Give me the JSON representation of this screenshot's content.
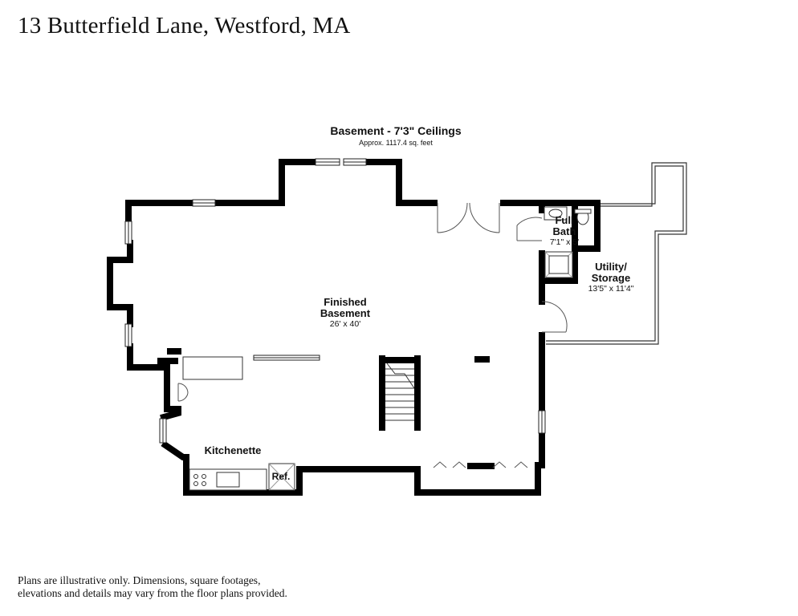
{
  "header": {
    "address": "13 Butterfield Lane, Westford, MA"
  },
  "floor": {
    "title": "Basement - 7'3\" Ceilings",
    "area": "Approx. 1117.4 sq. feet"
  },
  "rooms": {
    "finished_basement": {
      "name_line1": "Finished",
      "name_line2": "Basement",
      "dims": "26' x 40'"
    },
    "full_bath": {
      "name_line1": "Full",
      "name_line2": "Bath",
      "dims": "7'1\" x 5'"
    },
    "utility": {
      "name_line1": "Utility/",
      "name_line2": "Storage",
      "dims": "13'5\" x 11'4\""
    },
    "kitchenette": {
      "name": "Kitchenette"
    },
    "refrigerator": {
      "label": "Ref."
    }
  },
  "footer": {
    "disclaimer_line1": "Plans are illustrative only. Dimensions, square footages,",
    "disclaimer_line2": "elevations and details may vary from the floor plans provided."
  }
}
